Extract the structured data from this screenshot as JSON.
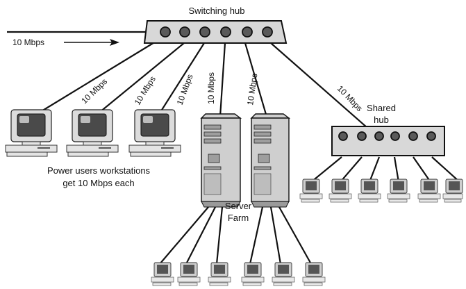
{
  "labels": {
    "switching_hub": "Switching hub",
    "uplink_speed": "10 Mbps",
    "link_speed": "10 Mbps",
    "shared_hub_line1": "Shared",
    "shared_hub_line2": "hub",
    "power_users_line1": "Power users workstations",
    "power_users_line2": "get 10 Mbps each",
    "server_farm_line1": "Server",
    "server_farm_line2": "Farm"
  }
}
